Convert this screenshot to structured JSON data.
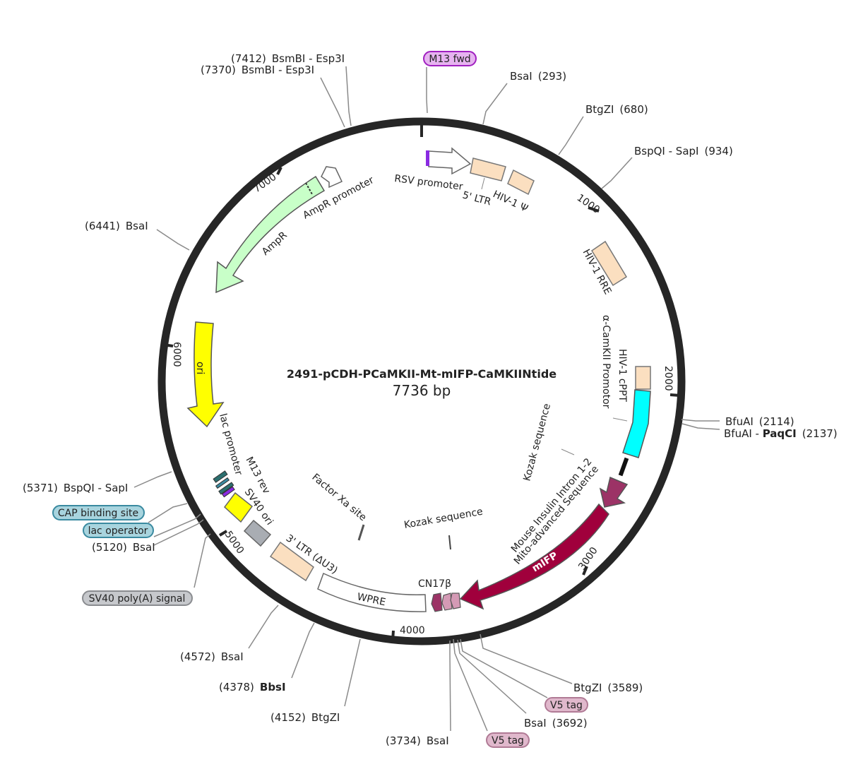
{
  "plasmid": {
    "name": "2491-pCDH-PCaMKII-Mt-mIFP-CaMKIINtide",
    "length_label": "7736 bp"
  },
  "ticks": [
    "1000",
    "2000",
    "3000",
    "4000",
    "5000",
    "6000",
    "7000"
  ],
  "restriction_sites": [
    {
      "pos": "(7412)",
      "name": "BsmBI - Esp3I",
      "bold": false
    },
    {
      "pos": "(7370)",
      "name": "BsmBI - Esp3I",
      "bold": false
    },
    {
      "pos": "(293)",
      "name": "BsaI",
      "bold": false
    },
    {
      "pos": "(680)",
      "name": "BtgZI",
      "bold": false
    },
    {
      "pos": "(934)",
      "name": "BspQI - SapI",
      "bold": false
    },
    {
      "pos": "(6441)",
      "name": "BsaI",
      "bold": false
    },
    {
      "pos": "(2114)",
      "name": "BfuAI",
      "bold": false
    },
    {
      "pos": "(2137)",
      "name": "BfuAI - PaqCI",
      "bold": false
    },
    {
      "pos": "(5371)",
      "name": "BspQI - SapI",
      "bold": false
    },
    {
      "pos": "(5120)",
      "name": "BsaI",
      "bold": false
    },
    {
      "pos": "(4572)",
      "name": "BsaI",
      "bold": false
    },
    {
      "pos": "(4378)",
      "name": "BbsI",
      "bold": true
    },
    {
      "pos": "(4152)",
      "name": "BtgZI",
      "bold": false
    },
    {
      "pos": "(3734)",
      "name": "BsaI",
      "bold": false
    },
    {
      "pos": "(3692)",
      "name": "BsaI",
      "bold": false
    },
    {
      "pos": "(3589)",
      "name": "BtgZI",
      "bold": false
    }
  ],
  "pill_labels": [
    {
      "text": "M13 fwd",
      "color": "#e6b3f0",
      "border": "#a020c0"
    },
    {
      "text": "CAP binding site",
      "color": "#a8d4de",
      "border": "#3a8aa0"
    },
    {
      "text": "lac operator",
      "color": "#a8d4de",
      "border": "#3a8aa0"
    },
    {
      "text": "SV40 poly(A) signal",
      "color": "#c6c8cc",
      "border": "#8a8c90"
    },
    {
      "text": "V5 tag",
      "color": "#e0b8cc",
      "border": "#b07a95"
    },
    {
      "text": "V5 tag",
      "color": "#e0b8cc",
      "border": "#b07a95"
    }
  ],
  "features": [
    {
      "name": "RSV promoter",
      "color": "#ffffff"
    },
    {
      "name": "5' LTR",
      "color": "#fbdfc0"
    },
    {
      "name": "HIV-1 Ψ",
      "color": "#fbdfc0"
    },
    {
      "name": "HIV-1 RRE",
      "color": "#fbdfc0"
    },
    {
      "name": "HIV-1 cPPT",
      "color": "#fbdfc0"
    },
    {
      "name": "α-CamKII Promotor",
      "color": "#00ffff"
    },
    {
      "name": "Kozak sequence",
      "color": "#333333"
    },
    {
      "name": "Mouse Insulin Intron 1-2",
      "color": "#9c3366"
    },
    {
      "name": "Mito-advanced Sequence",
      "color": "#9c3366"
    },
    {
      "name": "mIFP",
      "color": "#a0003c"
    },
    {
      "name": "Kozak sequence",
      "color": "#333333"
    },
    {
      "name": "CN17β",
      "color": "#b06a90"
    },
    {
      "name": "Factor Xa site",
      "color": "#555555"
    },
    {
      "name": "WPRE",
      "color": "#ffffff"
    },
    {
      "name": "3' LTR (ΔU3)",
      "color": "#fbdfc0"
    },
    {
      "name": "SV40 ori",
      "color": "#a9adb3"
    },
    {
      "name": "M13 rev",
      "color": "#2b6f6f"
    },
    {
      "name": "lac promoter",
      "color": "#ffff00"
    },
    {
      "name": "ori",
      "color": "#ffff00"
    },
    {
      "name": "AmpR",
      "color": "#c8ffc8"
    },
    {
      "name": "AmpR promoter",
      "color": "#ffffff"
    }
  ]
}
